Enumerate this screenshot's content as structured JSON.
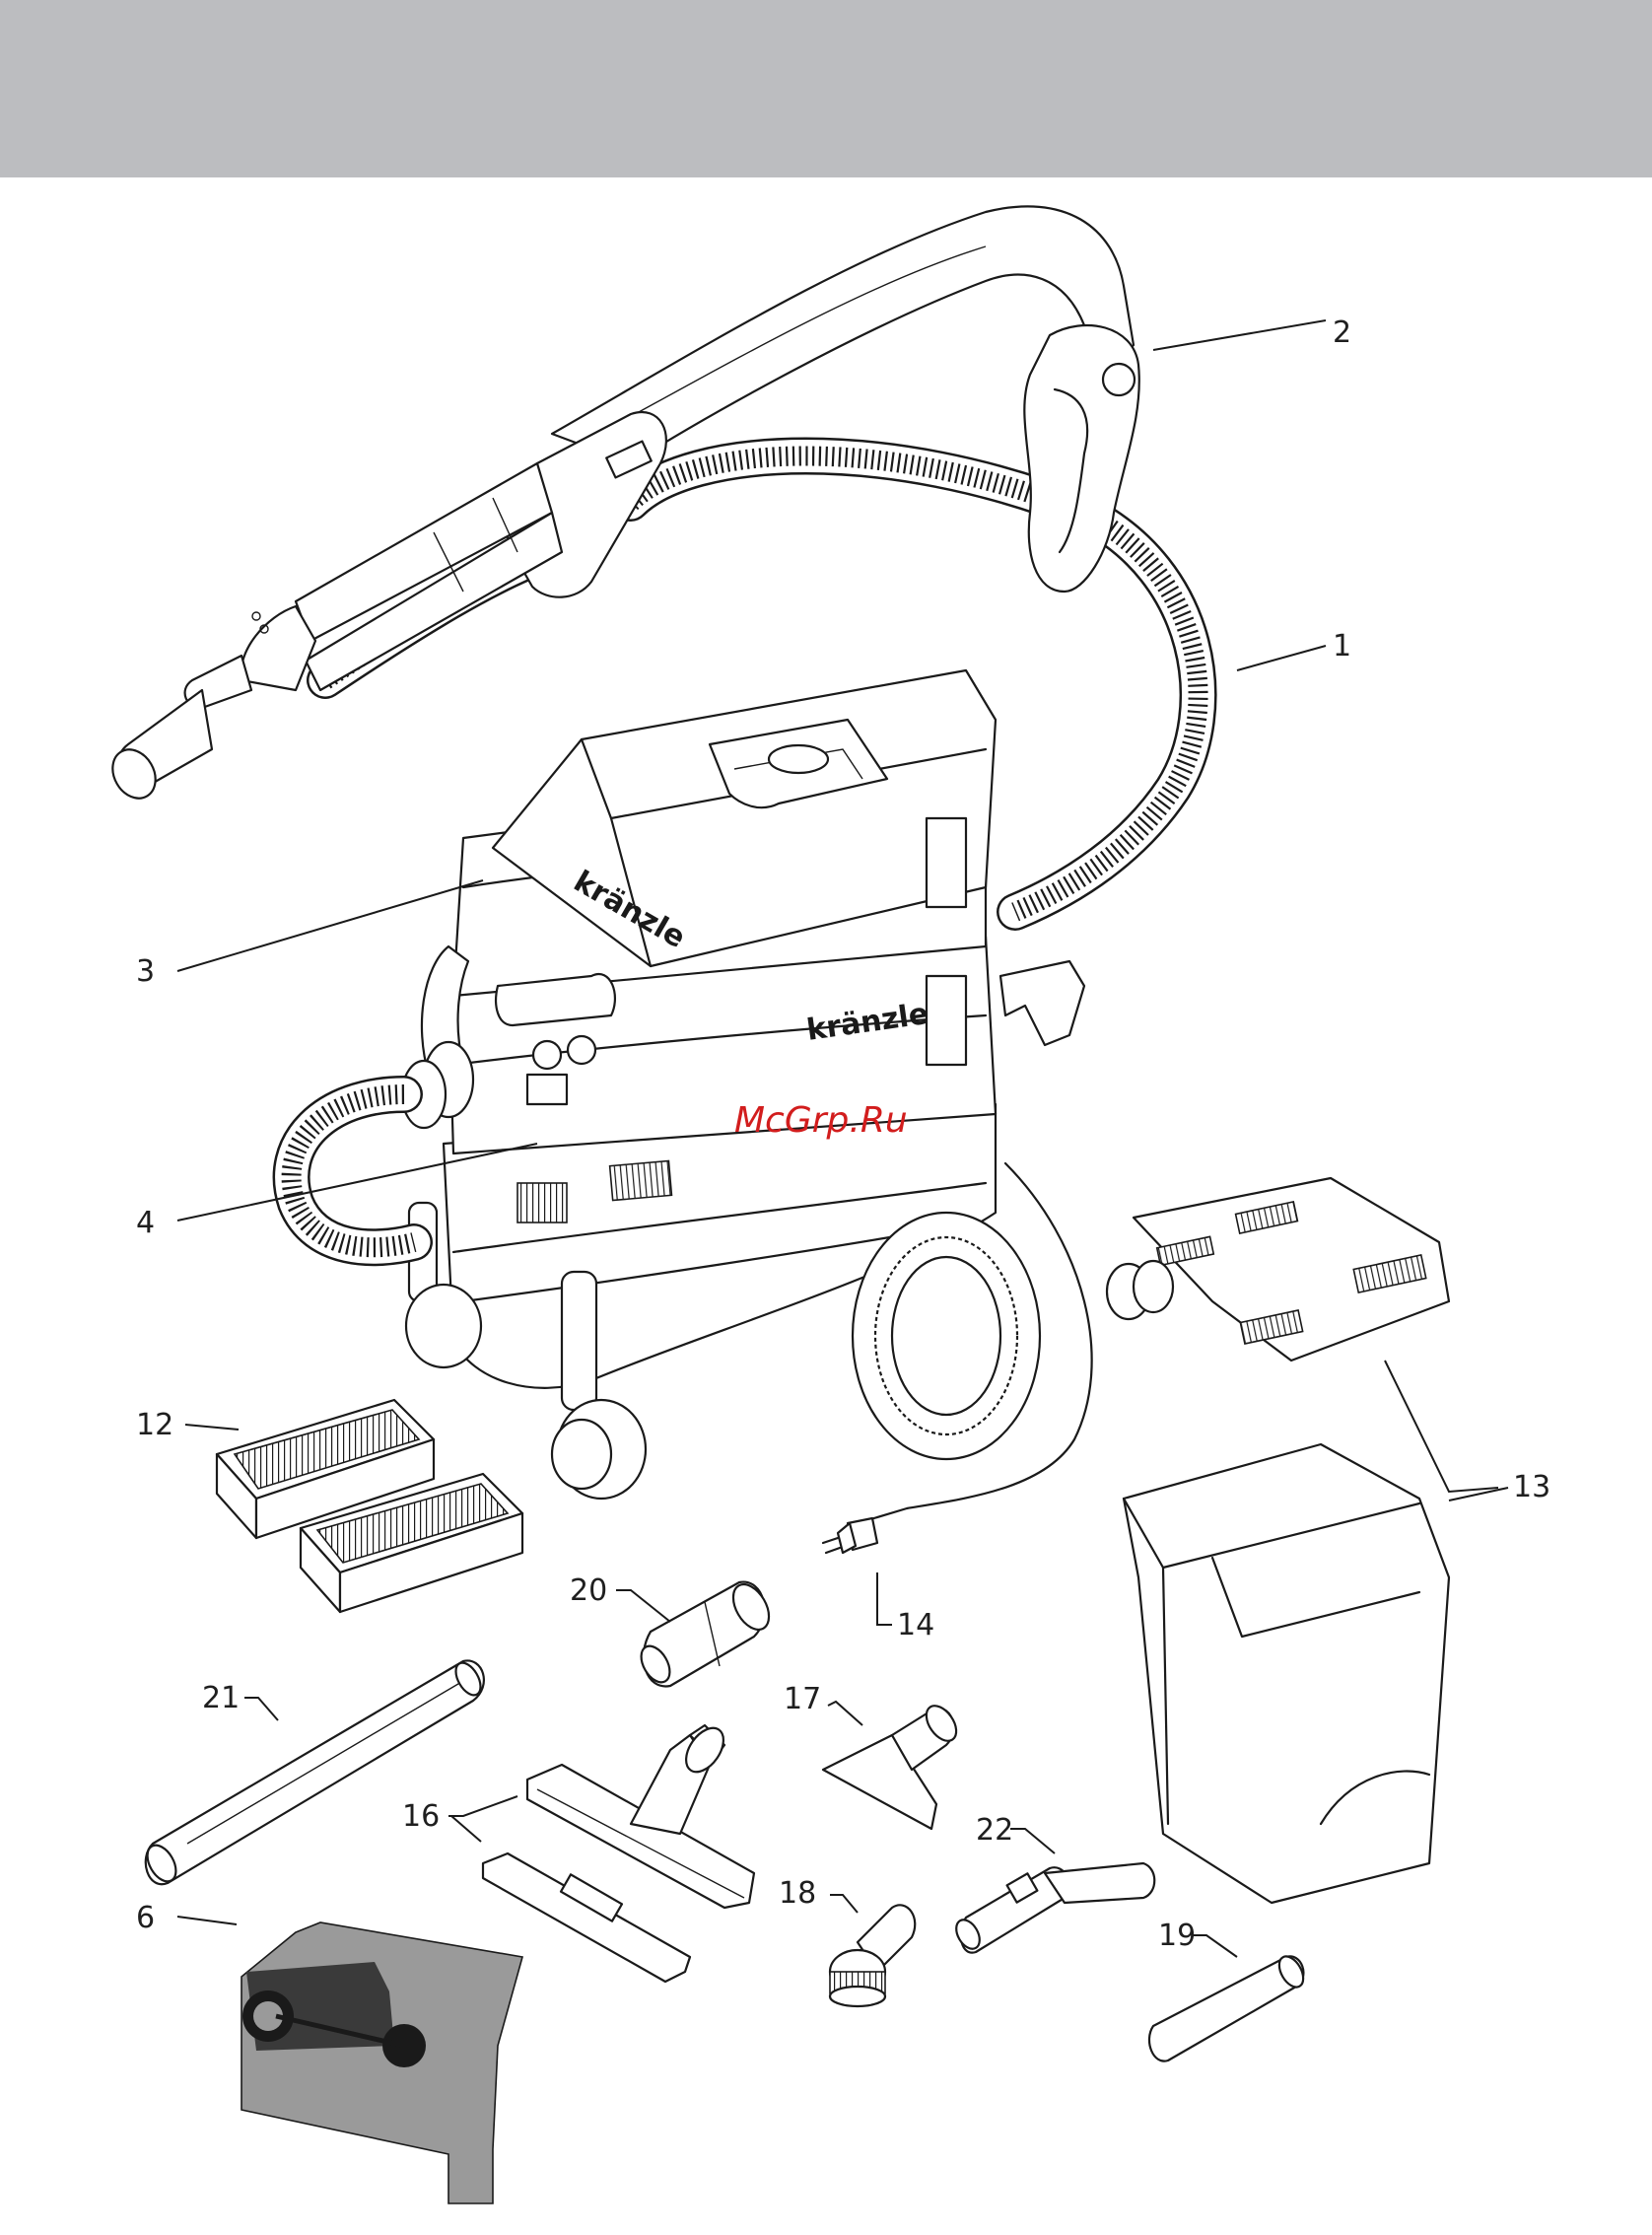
{
  "header": {
    "color": "#bcbdc0"
  },
  "watermark": {
    "text": "McGrp.Ru",
    "color": "#d21d1d"
  },
  "brand": {
    "lid_text": "kränzle",
    "body_text": "kränzle"
  },
  "callouts": [
    "1",
    "2",
    "3",
    "4",
    "6",
    "12",
    "13",
    "14",
    "16",
    "17",
    "18",
    "19",
    "20",
    "21",
    "22"
  ]
}
